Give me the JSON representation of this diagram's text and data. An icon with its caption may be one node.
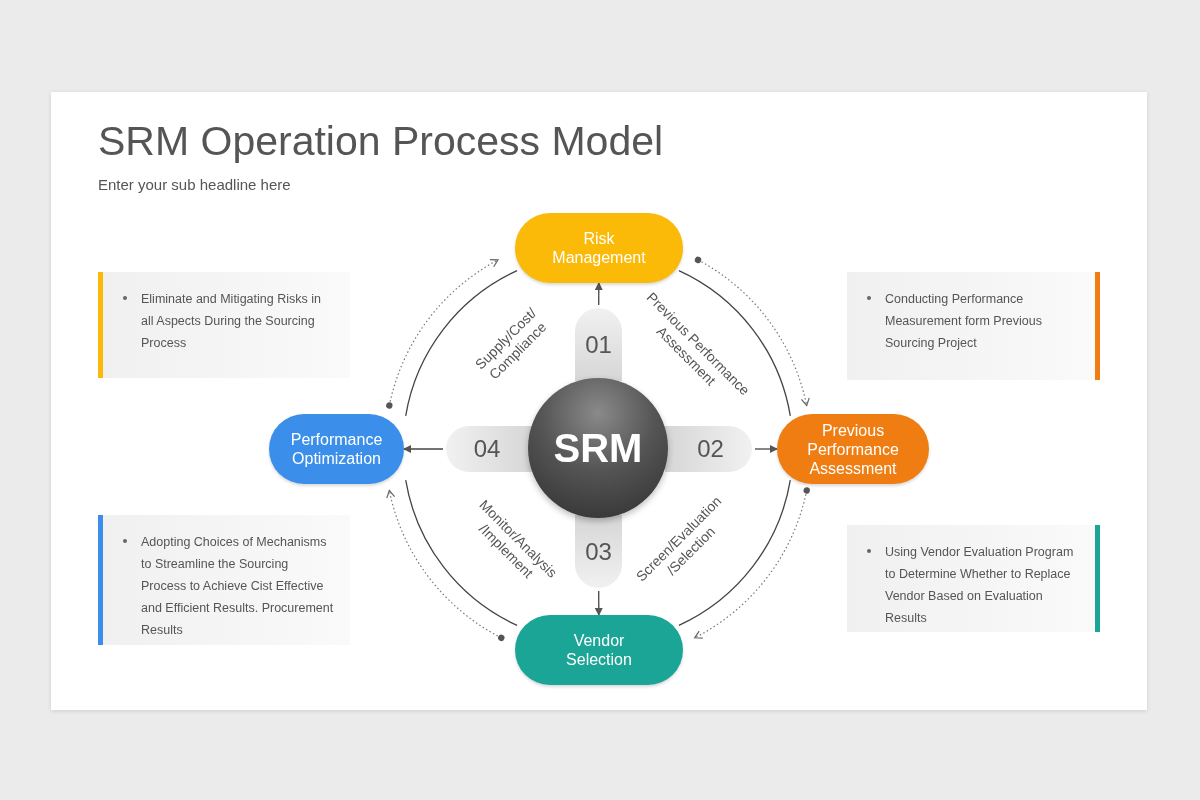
{
  "diagram": {
    "title": "SRM Operation Process Model",
    "caption": "Enter your sub headline here",
    "nodes": [
      {
        "text": [
          "Risk Management"
        ]
      },
      {
        "text": [
          "Previous Performance Assessment"
        ]
      },
      {
        "text": [
          "Vendor Selection"
        ]
      },
      {
        "text": [
          "Performance Optimization"
        ]
      },
      {
        "text": [
          "SRM"
        ]
      },
      {
        "text": [
          "01"
        ]
      },
      {
        "text": [
          "02"
        ]
      },
      {
        "text": [
          "03"
        ]
      },
      {
        "text": [
          "04"
        ]
      },
      {
        "text": [
          "Eliminate and Mitigating Risks in all Aspects During the Sourcing Process"
        ]
      },
      {
        "text": [
          "Conducting Performance Measurement form Previous Sourcing Project"
        ]
      },
      {
        "text": [
          "Adopting Choices of Mechanisms to Streamline the Sourcing Process to Achieve Cist Effective and Efficient Results. Procurement Results"
        ]
      },
      {
        "text": [
          "Using Vendor Evaluation Program to Determine Whether to Replace Vendor Based on Evaluation Results"
        ]
      }
    ],
    "edges": [
      {
        "from": 5,
        "to": 0,
        "arrow": "to"
      },
      {
        "from": 6,
        "to": 1,
        "arrow": "to"
      },
      {
        "from": 7,
        "to": 2,
        "arrow": "to"
      },
      {
        "from": 8,
        "to": 3,
        "arrow": "to"
      },
      {
        "from": 0,
        "to": 1,
        "arrow": "none"
      },
      {
        "from": 1,
        "to": 2,
        "arrow": "none"
      },
      {
        "from": 2,
        "to": 3,
        "arrow": "none"
      },
      {
        "from": 3,
        "to": 0,
        "arrow": "none"
      },
      {
        "from": 0,
        "to": 1,
        "arrow": "to",
        "style": "dashed"
      },
      {
        "from": 1,
        "to": 2,
        "arrow": "to",
        "style": "dashed"
      },
      {
        "from": 2,
        "to": 3,
        "arrow": "to",
        "style": "dashed"
      },
      {
        "from": 3,
        "to": 0,
        "arrow": "to",
        "style": "dashed"
      }
    ],
    "labels": [
      "Supply/Cost/ Compliance",
      "Previous Performance Assessment",
      "Monitor/Analysis /Implement",
      "Screen/Evaluation /Selection"
    ]
  }
}
